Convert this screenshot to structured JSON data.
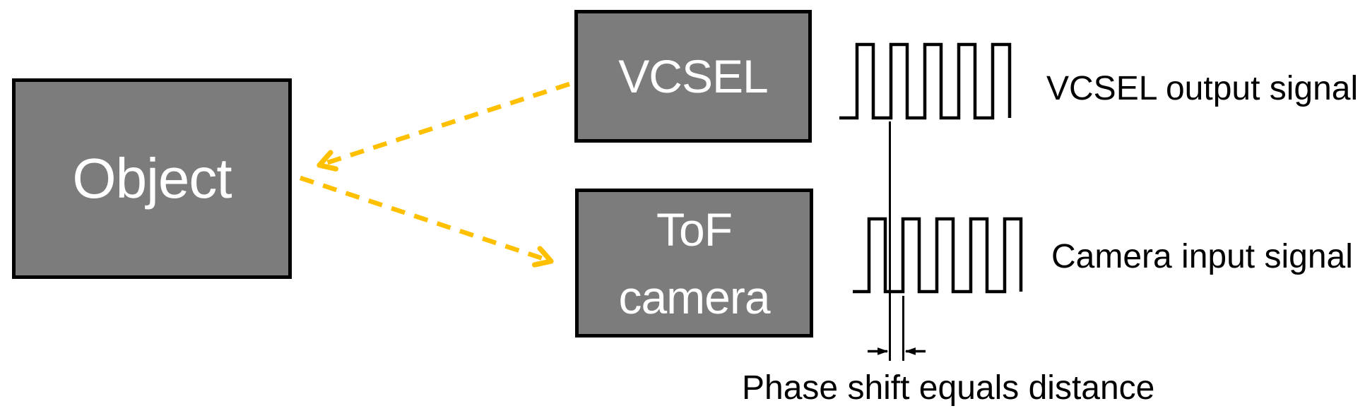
{
  "canvas": {
    "background": "#FFFFFF"
  },
  "colors": {
    "canvas_bg": "#FFFFFF",
    "box_fill": "#7C7C7C",
    "box_border": "#000000",
    "box_text": "#FFFFFF",
    "arrow": "#FFC000",
    "line": "#000000",
    "label_text": "#000000"
  },
  "boxes": {
    "object": {
      "label": "Object"
    },
    "vcsel": {
      "label": "VCSEL"
    },
    "tof_camera": {
      "line1": "ToF",
      "line2": "camera"
    }
  },
  "signals": {
    "vcsel_output": {
      "label": "VCSEL output signal",
      "pulses": 5,
      "waveform": "square"
    },
    "camera_input": {
      "label": "Camera input signal",
      "pulses": 5,
      "waveform": "square",
      "phase_shifted_right": true
    }
  },
  "annotation": {
    "phase_shift": "Phase shift equals distance"
  }
}
